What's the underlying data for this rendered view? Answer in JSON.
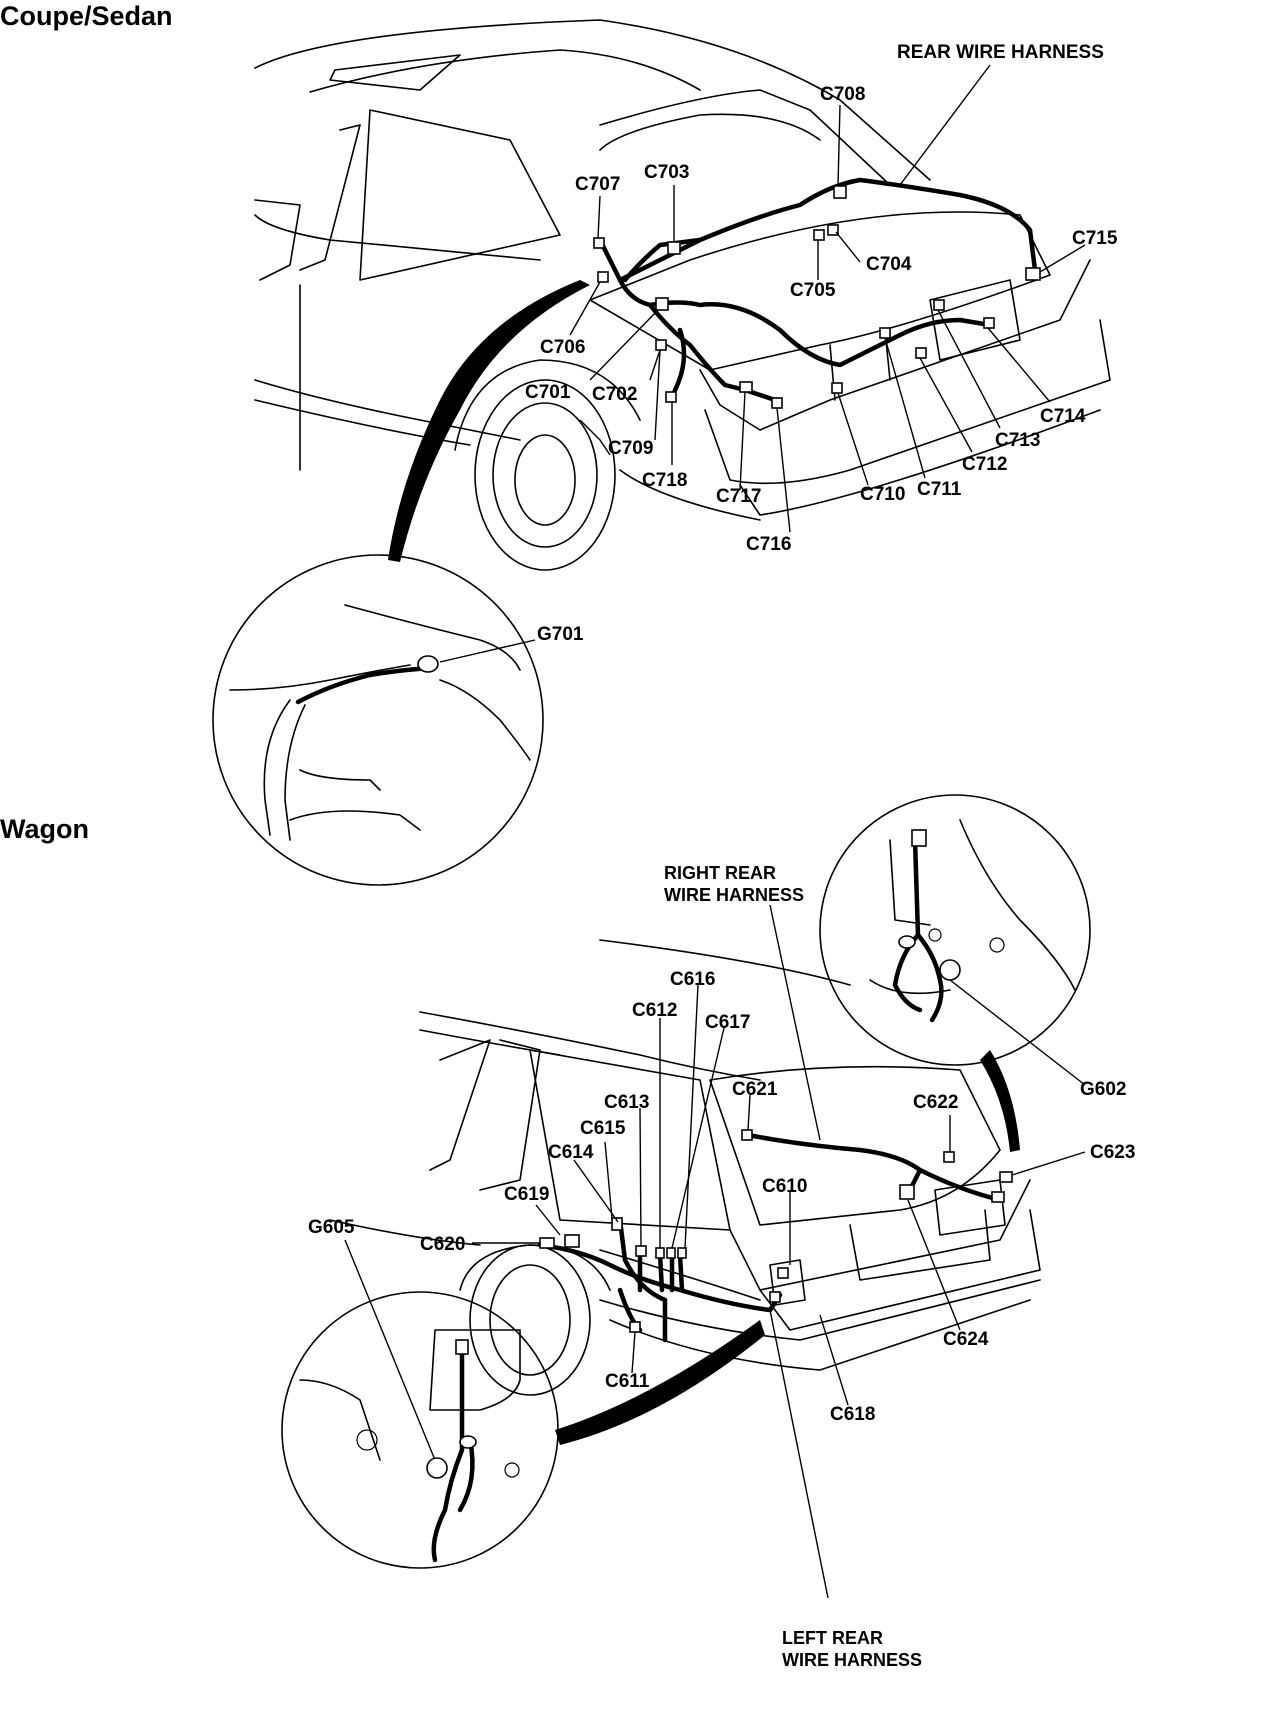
{
  "sections": {
    "coupe": {
      "title": "Coupe/Sedan"
    },
    "wagon": {
      "title": "Wagon"
    }
  },
  "coupe_labels": {
    "rear_wire_harness": "REAR WIRE HARNESS",
    "c701": "C701",
    "c702": "C702",
    "c703": "C703",
    "c704": "C704",
    "c705": "C705",
    "c706": "C706",
    "c707": "C707",
    "c708": "C708",
    "c709": "C709",
    "c710": "C710",
    "c711": "C711",
    "c712": "C712",
    "c713": "C713",
    "c714": "C714",
    "c715": "C715",
    "c716": "C716",
    "c717": "C717",
    "c718": "C718",
    "g701": "G701"
  },
  "wagon_labels": {
    "right_rear_wire_harness_line1": "RIGHT REAR",
    "right_rear_wire_harness_line2": "WIRE HARNESS",
    "left_rear_wire_harness_line1": "LEFT REAR",
    "left_rear_wire_harness_line2": "WIRE HARNESS",
    "c610": "C610",
    "c611": "C611",
    "c612": "C612",
    "c613": "C613",
    "c614": "C614",
    "c615": "C615",
    "c616": "C616",
    "c617": "C617",
    "c618": "C618",
    "c619": "C619",
    "c620": "C620",
    "c621": "C621",
    "c622": "C622",
    "c623": "C623",
    "c624": "C624",
    "g602": "G602",
    "g605": "G605"
  }
}
